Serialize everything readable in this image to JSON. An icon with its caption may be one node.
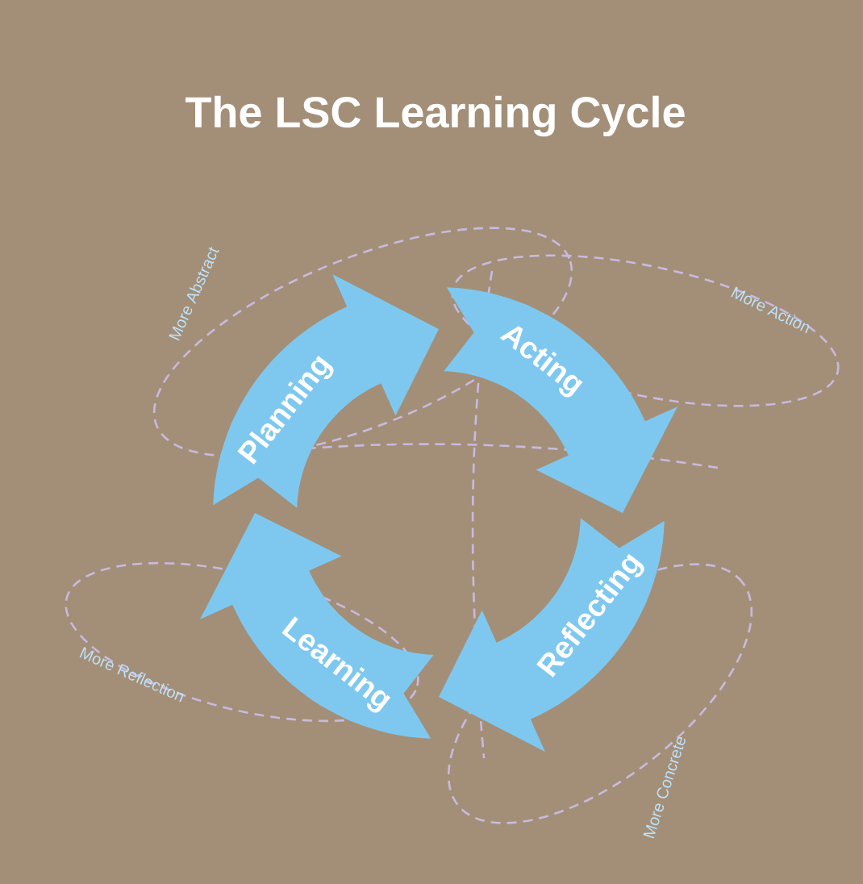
{
  "diagram": {
    "title": "The LSC Learning Cycle",
    "nodes": [
      {
        "text": [
          "Planning"
        ]
      },
      {
        "text": [
          "Acting"
        ]
      },
      {
        "text": [
          "Reflecting"
        ]
      },
      {
        "text": [
          "Learning"
        ]
      }
    ],
    "labels": [
      "More Abstract",
      "More Action",
      "More Reflection",
      "More Concrete"
    ]
  }
}
